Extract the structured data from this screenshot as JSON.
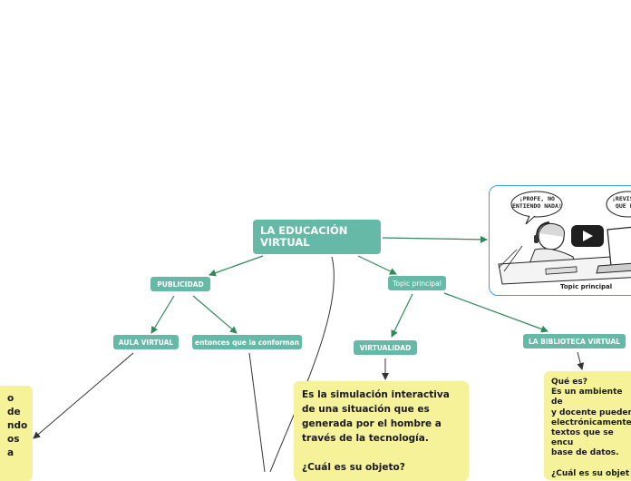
{
  "map": {
    "root": "LA EDUCACIÓN VIRTUAL",
    "publicidad": "PUBLICIDAD",
    "topic": "Topic principal",
    "aula": "AULA VIRTUAL",
    "conforman": "entonces que la conforman",
    "virtualidad": "VIRTUALIDAD",
    "biblioteca": "LA BIBLIOTECA VIRTUAL"
  },
  "notes": {
    "center": "Es la simulación interactiva de una situación que es generada por el hombre a través de la tecnología.\n\n¿Cuál es su objeto?",
    "right": "Qué es?\nEs un ambiente de\ny docente pueden\nelectrónicamente\ntextos que se encu\nbase de datos.\n\n¿Cuál es su objet",
    "left": "o\nde\nndo\nos\na"
  },
  "media": {
    "caption": "Topic principal",
    "bubble_left": "¡PROFE, NO\nENTIENDO NADA!",
    "bubble_right": "¡REVISA\nQUE L"
  },
  "colors": {
    "node": "#66b9a6",
    "note": "#f5f29a",
    "connector": "#2e8a57",
    "media_border": "#3a9ee0"
  }
}
